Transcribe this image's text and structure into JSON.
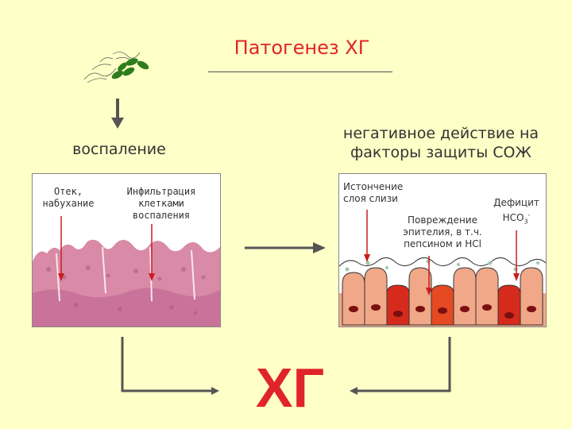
{
  "title": "Патогенез ХГ",
  "left_header": "воспаление",
  "right_header": [
    "негативное действие на",
    "факторы защиты СОЖ"
  ],
  "left_panel": {
    "label_1": [
      "Отек,",
      "набухание"
    ],
    "label_2": [
      "Инфильтрация",
      "клетками",
      "воспаления"
    ]
  },
  "right_panel": {
    "label_1": [
      "Истончение",
      "слоя слизи"
    ],
    "label_2": [
      "Повреждение",
      "эпителия, в т.ч.",
      "пепсином и HCl"
    ],
    "label_3_line1": "Дефицит",
    "label_3_chem": "HCO",
    "label_3_sub": "3",
    "label_3_sup": "-"
  },
  "result": "ХГ",
  "colors": {
    "title": "#e0242c",
    "background": "#ffffc8",
    "tissue": "#d98aa6",
    "cell": "#f0a888",
    "cell_red": "#d62b1c"
  },
  "icons": [
    "bacteria-icon",
    "arrow-down-icon",
    "arrow-right-icon"
  ]
}
